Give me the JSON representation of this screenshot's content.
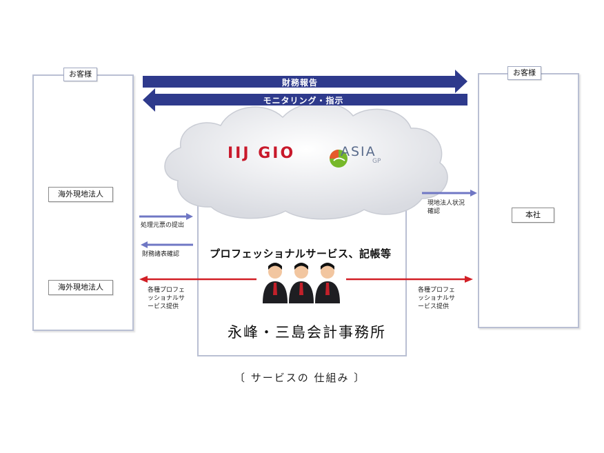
{
  "left_panel": {
    "tag": "お客様",
    "entity_1": "海外現地法人",
    "entity_2": "海外現地法人"
  },
  "right_panel": {
    "tag": "お客様",
    "entity": "本社"
  },
  "top_arrows": {
    "right_label": "財務報告",
    "left_label": "モニタリング・指示"
  },
  "cloud": {
    "logo_left": "IIJ GIO",
    "logo_right": "ASIA",
    "logo_right_sub": "GP"
  },
  "small_arrows": {
    "left_in": "処理元票の提出",
    "left_out": "財務諸表確認",
    "right_out_line1": "現地法人状況",
    "right_out_line2": "確認"
  },
  "red_arrows": {
    "left_line1": "各種プロフェ",
    "left_line2": "ッショナルサ",
    "left_line3": "ービス提供",
    "right_line1": "各種プロフェ",
    "right_line2": "ッショナルサ",
    "right_line3": "ービス提供"
  },
  "center_box": {
    "service_title": "プロフェッショナルサービス、記帳等",
    "firm_name": "永峰・三島会計事務所"
  },
  "caption": "〔 サービスの 仕組み 〕",
  "colors": {
    "arrow_blue": "#2e3a8c",
    "small_arrow_blue": "#6f77c4",
    "arrow_red": "#d21f26",
    "panel_border": "#b9bfd3"
  },
  "icons": {
    "server": "server-icon",
    "laptop": "laptop-icon",
    "building": "building-icon",
    "person": "person-icon",
    "team": "team-icon"
  }
}
